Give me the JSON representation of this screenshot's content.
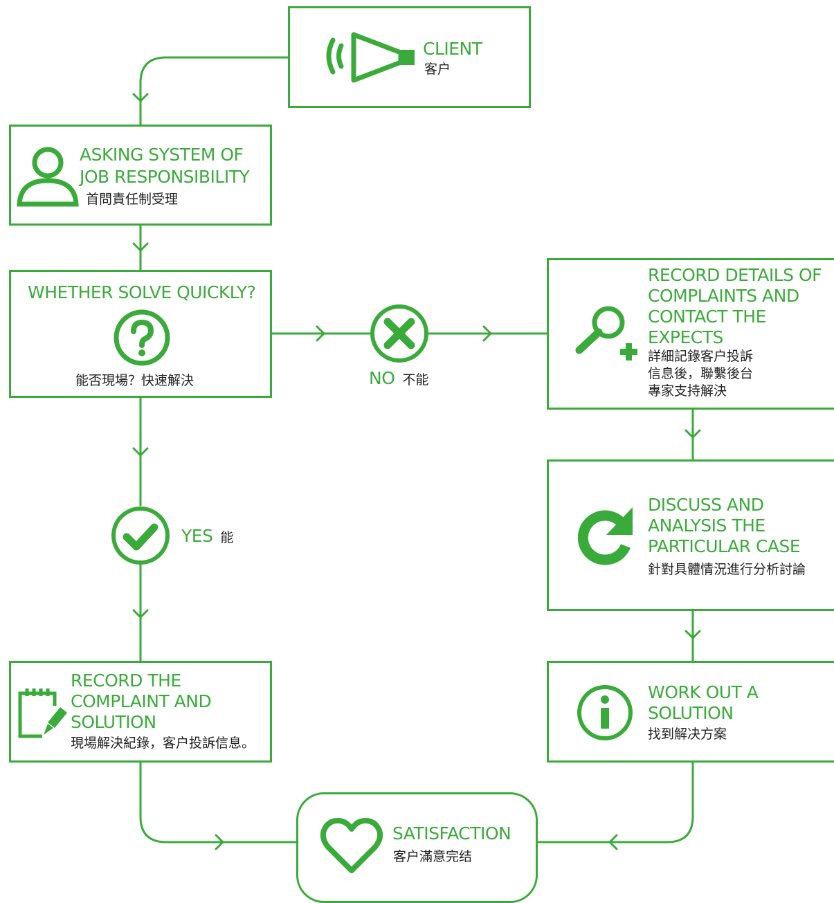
{
  "colors": {
    "accent": "#3aab3a",
    "text": "#222222"
  },
  "client": {
    "title": "CLIENT",
    "subtitle": "客户",
    "icon": "megaphone-icon"
  },
  "asking": {
    "title_line1": "ASKING SYSTEM OF",
    "title_line2": "JOB RESPONSIBILITY",
    "subtitle": "首問責任制受理",
    "icon": "person-icon"
  },
  "whether": {
    "title": "WHETHER SOLVE QUICKLY?",
    "subtitle": "能否現場？快速解決",
    "icon": "question-icon"
  },
  "no_branch": {
    "label_en": "NO",
    "label_zh": "不能",
    "icon": "close-circle-icon"
  },
  "yes_branch": {
    "label_en": "YES",
    "label_zh": "能",
    "icon": "check-circle-icon"
  },
  "record_details": {
    "title_lines": [
      "RECORD DETAILS OF",
      "COMPLAINTS AND",
      "CONTACT THE",
      "EXPECTS"
    ],
    "subtitle_lines": [
      "詳細記錄客户投訴",
      "信息後，聯繫後台",
      "專家支持解決"
    ],
    "icon": "search-plus-icon"
  },
  "discuss": {
    "title_lines": [
      "DISCUSS AND",
      "ANALYSIS THE",
      "PARTICULAR CASE"
    ],
    "subtitle": "針對具體情況進行分析討論",
    "icon": "refresh-icon"
  },
  "record_complaint": {
    "title_lines": [
      "RECORD THE",
      "COMPLAINT AND",
      "SOLUTION"
    ],
    "subtitle": "現場解決紀錄，客户投訴信息。",
    "icon": "notepad-pencil-icon"
  },
  "work_out": {
    "title_lines": [
      "WORK OUT A",
      "SOLUTION"
    ],
    "subtitle": "找到解决方案",
    "icon": "info-icon"
  },
  "satisfaction": {
    "title": "SATISFACTION",
    "subtitle": "客户滿意完结",
    "icon": "heart-icon"
  }
}
